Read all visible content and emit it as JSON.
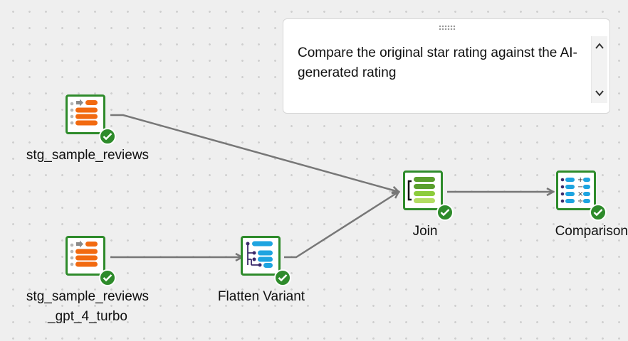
{
  "canvas": {
    "background_color": "#efefef",
    "edge_color": "#777777",
    "node_border_color": "#2e8b2b",
    "check_color": "#2e8b2b"
  },
  "note": {
    "text": "Compare the original star rating against the AI-generated rating"
  },
  "nodes": [
    {
      "label": "stg_sample_reviews",
      "icon": "table-source-icon",
      "status": "success-check-icon"
    },
    {
      "label": "stg_sample_reviews\n_gpt_4_turbo",
      "icon": "table-source-icon",
      "status": "success-check-icon"
    },
    {
      "label": "Flatten Variant",
      "icon": "flatten-variant-icon",
      "status": "success-check-icon"
    },
    {
      "label": "Join",
      "icon": "join-icon",
      "status": "success-check-icon"
    },
    {
      "label": "Comparison",
      "icon": "calculator-icon",
      "status": "success-check-icon"
    }
  ]
}
